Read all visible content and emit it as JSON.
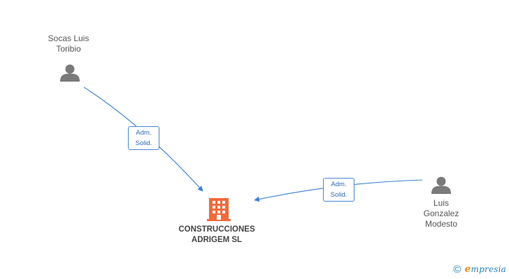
{
  "colors": {
    "edge": "#3b7fd4",
    "person_icon": "#7a7a7a",
    "company_icon": "#f26a3b",
    "brand_blue": "#2a7fb8",
    "brand_orange": "#f08c1e"
  },
  "nodes": {
    "person_socas": {
      "name_lines": [
        "Socas Luis",
        "Toribio"
      ],
      "icon": "person-icon"
    },
    "person_gonzalez": {
      "name_lines": [
        "Luis",
        "Gonzalez",
        "Modesto"
      ],
      "icon": "person-icon"
    },
    "company": {
      "name_lines": [
        "CONSTRUCCIONES",
        "ADRIGEM SL"
      ],
      "icon": "building-icon"
    }
  },
  "edges": [
    {
      "from": "person_socas",
      "to": "company",
      "label_lines": [
        "Adm.",
        "Solid."
      ]
    },
    {
      "from": "person_gonzalez",
      "to": "company",
      "label_lines": [
        "Adm.",
        "Solid."
      ]
    }
  ],
  "brand": {
    "copyright": "©",
    "first_letter": "e",
    "rest": "mpresia"
  }
}
